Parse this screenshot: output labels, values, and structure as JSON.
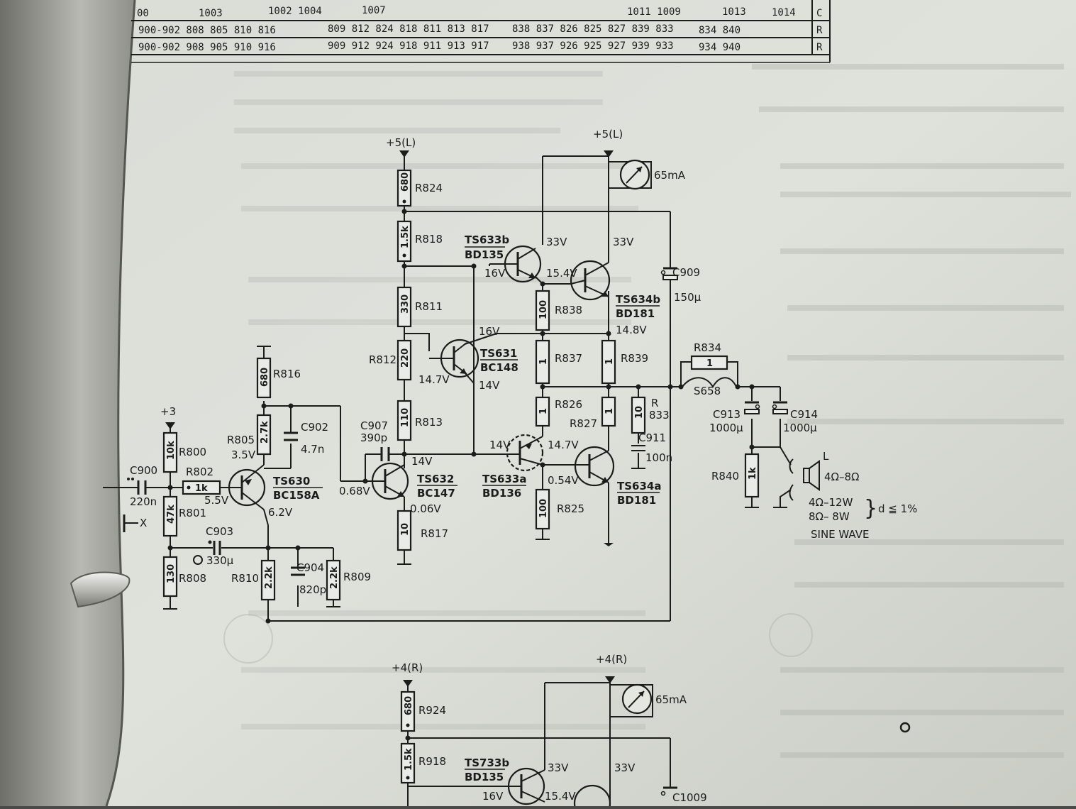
{
  "table": {
    "row_c": [
      "00",
      "1003",
      "1002 1004",
      "1007",
      "1011 1009",
      "1013",
      "1014"
    ],
    "row_c_tag": "C",
    "row_r1": [
      "900-902 808 805 810 816",
      "809 812 824 818 811 813 817",
      "838 837 826 825 827 839 833",
      "834 840"
    ],
    "row_r1_tag": "R",
    "row_r2": [
      "900-902 908 905 910 916",
      "909 912 924 918 911 913 917",
      "938 937 926 925 927 939 933",
      "934 940"
    ],
    "row_r2_tag": "R"
  },
  "supplies": {
    "l_left": "+5(L)",
    "l_right": "+5(L)",
    "plus3": "+3",
    "r_left": "+4(R)",
    "r_right": "+4(R)"
  },
  "meters": {
    "top": "65mA",
    "bottom": "65mA"
  },
  "resistors": {
    "r824": {
      "value": "680",
      "ref": "R824"
    },
    "r818": {
      "value": "1.5k",
      "ref": "R818"
    },
    "r811": {
      "value": "330",
      "ref": "R811"
    },
    "r812": {
      "value": "220",
      "ref": "R812"
    },
    "r813": {
      "value": "110",
      "ref": "R813"
    },
    "r816": {
      "value": "680",
      "ref": "R816"
    },
    "r805": {
      "value": "2.7k",
      "ref": "R805"
    },
    "r800": {
      "value": "10k",
      "ref": "R800"
    },
    "r802": {
      "value": "1k",
      "ref": "R802"
    },
    "r801": {
      "value": "47k",
      "ref": "R801"
    },
    "r808": {
      "value": "130",
      "ref": "R808"
    },
    "r810": {
      "value": "2.2k",
      "ref": "R810"
    },
    "r809": {
      "value": "2.2k",
      "ref": "R809"
    },
    "r817": {
      "value": "10",
      "ref": "R817"
    },
    "r838": {
      "value": "100",
      "ref": "R838"
    },
    "r837": {
      "value": "1",
      "ref": "R837"
    },
    "r839": {
      "value": "1",
      "ref": "R839"
    },
    "r826": {
      "value": "1",
      "ref": "R826"
    },
    "r827": {
      "value": "1",
      "ref": "R827"
    },
    "r833": {
      "value": "10",
      "ref": "R",
      "ref2": "833"
    },
    "r825": {
      "value": "100",
      "ref": "R825"
    },
    "r834": {
      "value": "1",
      "ref": "R834"
    },
    "r840": {
      "value": "1k",
      "ref": "R840"
    },
    "r924": {
      "value": "680",
      "ref": "R924"
    },
    "r918": {
      "value": "1.5k",
      "ref": "R918"
    }
  },
  "capacitors": {
    "c900": {
      "ref": "C900",
      "value": "220n"
    },
    "c902": {
      "ref": "C902",
      "value": "4.7n"
    },
    "c903": {
      "ref": "C903",
      "value": "330µ"
    },
    "c904": {
      "ref": "C904",
      "value": "820p"
    },
    "c907": {
      "ref": "C907",
      "value": "390p"
    },
    "c909": {
      "ref": "C909",
      "value": "150µ"
    },
    "c911": {
      "ref": "C911",
      "value": "100n"
    },
    "c913": {
      "ref": "C913",
      "value": "1000µ"
    },
    "c914": {
      "ref": "C914",
      "value": "1000µ"
    },
    "c1009": {
      "ref": "C1009"
    }
  },
  "transistors": {
    "ts630": {
      "ref": "TS630",
      "type": "BC158A"
    },
    "ts631": {
      "ref": "TS631",
      "type": "BC148"
    },
    "ts632": {
      "ref": "TS632",
      "type": "BC147"
    },
    "ts633a": {
      "ref": "TS633a",
      "type": "BD136"
    },
    "ts633b": {
      "ref": "TS633b",
      "type": "BD135"
    },
    "ts634a": {
      "ref": "TS634a",
      "type": "BD181"
    },
    "ts634b": {
      "ref": "TS634b",
      "type": "BD181"
    },
    "ts733b": {
      "ref": "TS733b",
      "type": "BD135"
    }
  },
  "voltages": {
    "v805": "3.5V",
    "v_e630": "5.5V",
    "v_c630": "6.2V",
    "v_b632": "0.68V",
    "v_c632": "14V",
    "v_e632": "0.06V",
    "v_16v": "16V",
    "v_147": "14.7V",
    "v_14v": "14V",
    "v_16v_b": "16V",
    "v_154": "15.4V",
    "v_33a": "33V",
    "v_33b": "33V",
    "v_148": "14.8V",
    "v_14v_a": "14V",
    "v_147b": "14.7V",
    "v_054": "0.54V",
    "v_33c": "33V",
    "v_33d": "33V",
    "v_16v_c": "16V",
    "v_154b": "15.4V"
  },
  "other": {
    "s658": "S658",
    "speaker_l": "L",
    "speaker_imp": "4Ω–8Ω",
    "power_line1": "4Ω–12W",
    "power_line2": "8Ω– 8W",
    "distortion": "d ≦ 1%",
    "sine_wave": "SINE WAVE",
    "input_x": "X"
  }
}
